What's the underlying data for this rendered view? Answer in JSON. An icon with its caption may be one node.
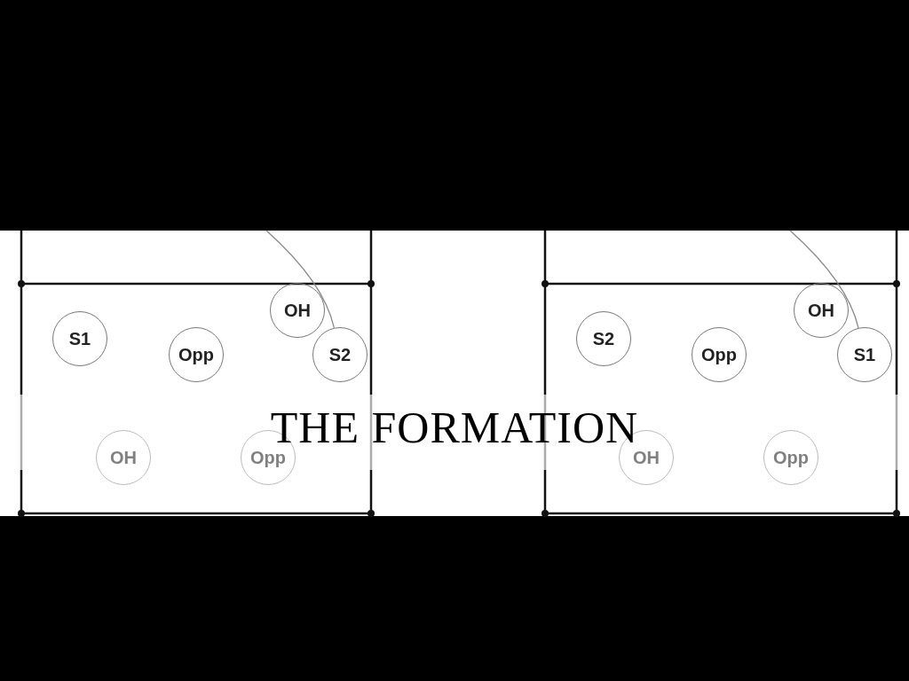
{
  "diagram": {
    "title": "THE FORMATION",
    "nodes": [
      {
        "text": [
          "S1"
        ]
      },
      {
        "text": [
          "Opp"
        ]
      },
      {
        "text": [
          "OH"
        ]
      },
      {
        "text": [
          "S2"
        ]
      },
      {
        "text": [
          "OH"
        ]
      },
      {
        "text": [
          "Opp"
        ]
      },
      {
        "text": [
          "S2"
        ]
      },
      {
        "text": [
          "Opp"
        ]
      },
      {
        "text": [
          "OH"
        ]
      },
      {
        "text": [
          "S1"
        ]
      },
      {
        "text": [
          "OH"
        ]
      },
      {
        "text": [
          "Opp"
        ]
      }
    ],
    "edges": [
      {
        "from": null,
        "to": 3,
        "arrow": "none"
      },
      {
        "from": null,
        "to": 9,
        "arrow": "none"
      }
    ]
  }
}
